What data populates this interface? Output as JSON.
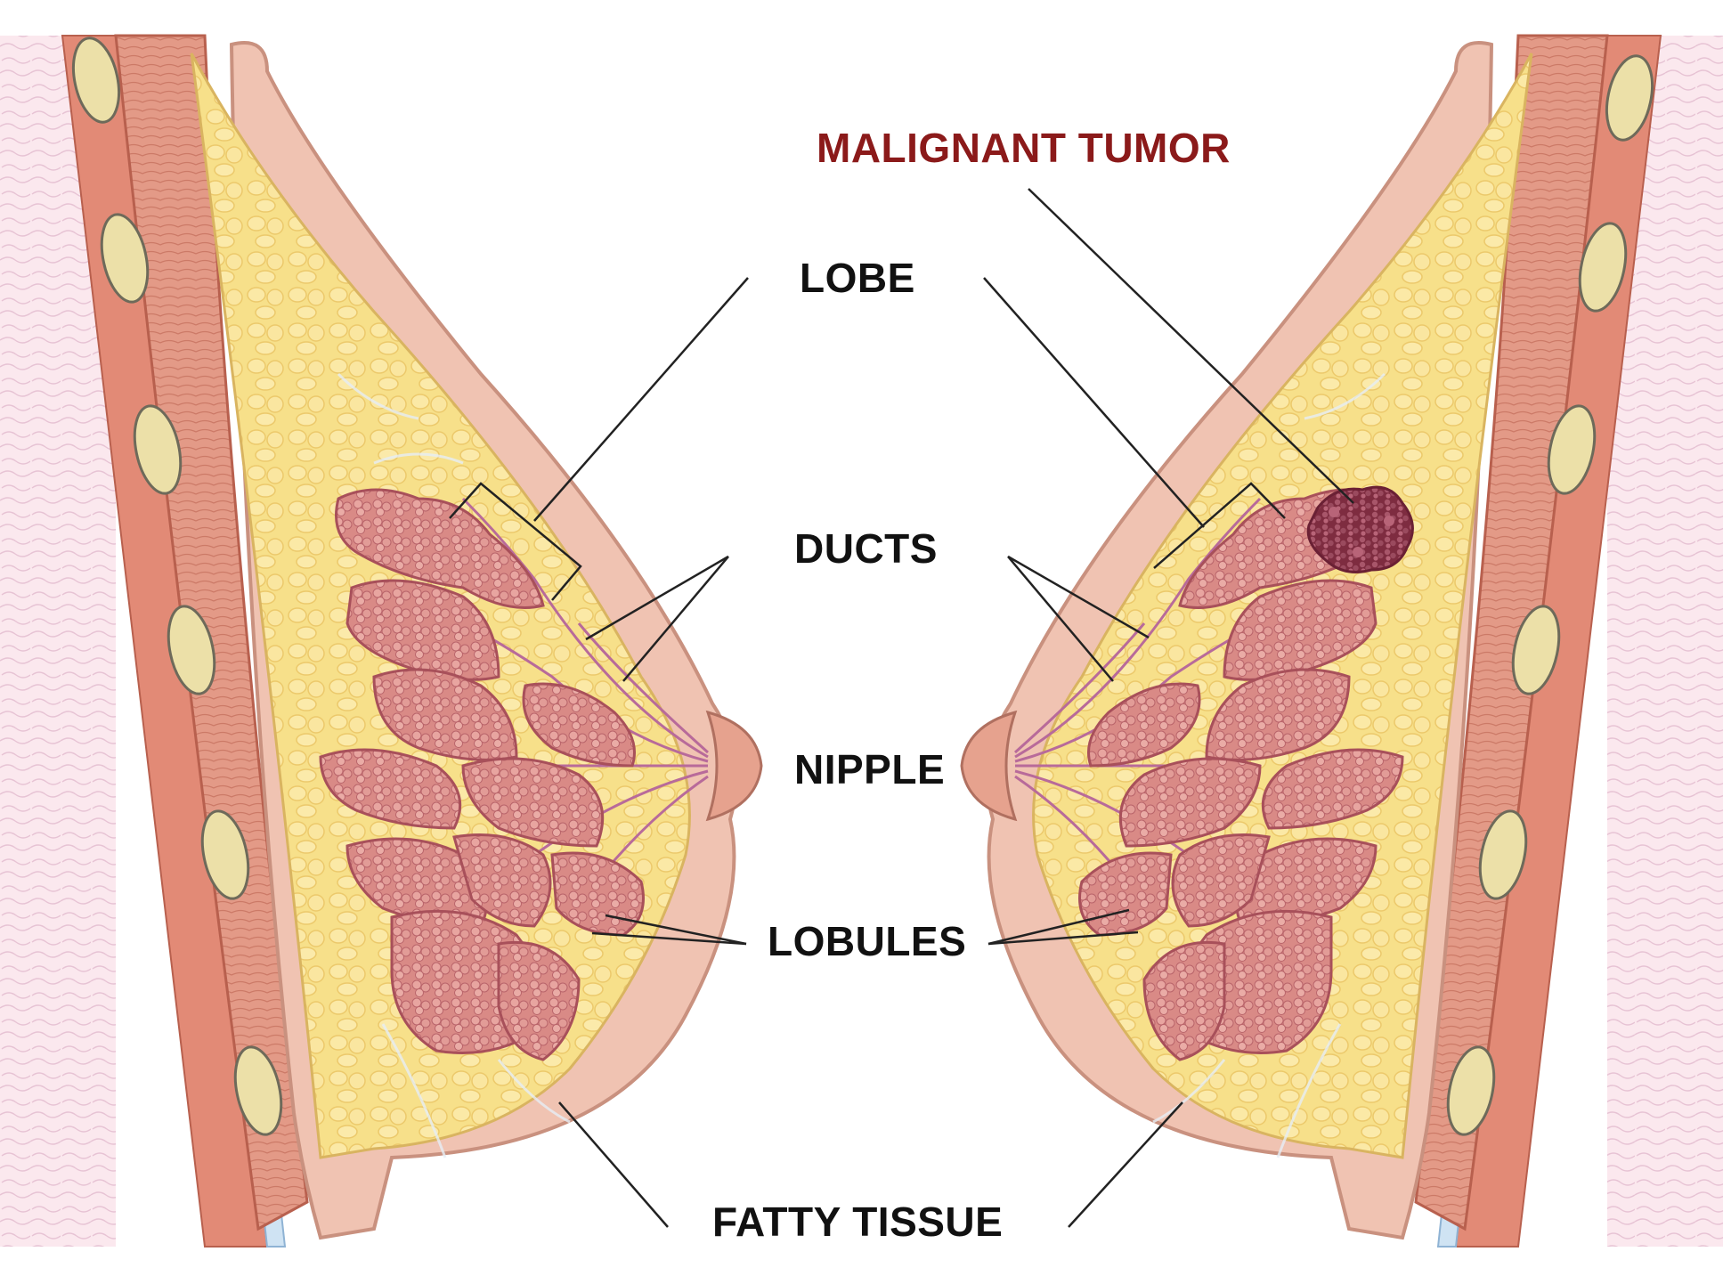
{
  "labels": {
    "malignant_tumor": "MALIGNANT TUMOR",
    "lobe": "LOBE",
    "ducts": "DUCTS",
    "nipple": "NIPPLE",
    "lobules": "LOBULES",
    "fatty_tissue": "FATTY TISSUE"
  },
  "colors": {
    "label": "#111111",
    "tumor_label": "#8b1a1a",
    "skin": "#f5d3c3",
    "skin_edge": "#c9917f",
    "fat": "#f7e08a",
    "fat_cell": "#fbe9a6",
    "muscle": "#e08f7c",
    "muscle_edge": "#b8604e",
    "rib": "#e9dca0",
    "gland": "#d98a86",
    "gland_edge": "#a8505a",
    "duct": "#b86a9a",
    "tumor": "#8e3a4c",
    "leader": "#222222"
  }
}
